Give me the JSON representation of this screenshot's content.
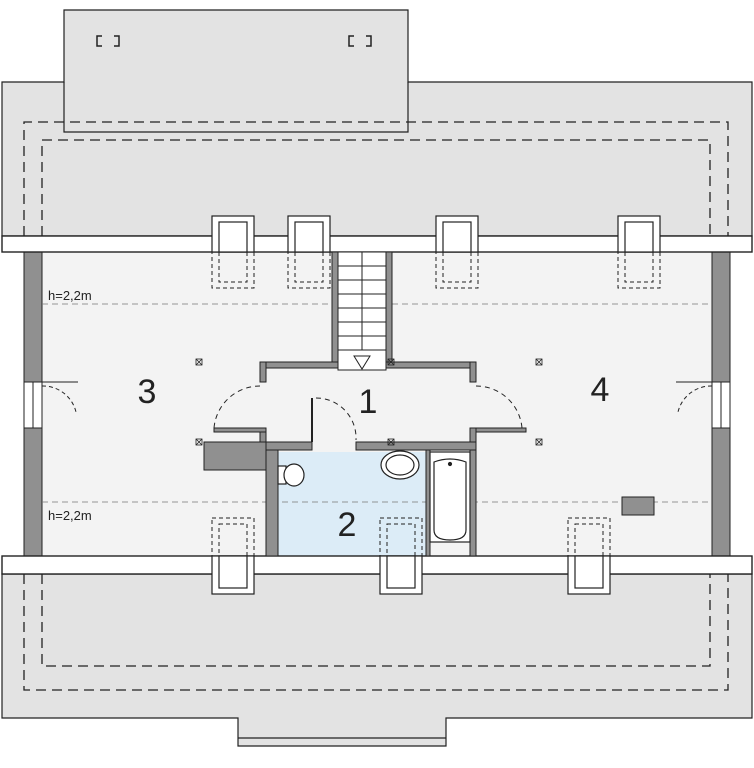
{
  "rooms": [
    {
      "number": "1"
    },
    {
      "number": "2"
    },
    {
      "number": "3"
    },
    {
      "number": "4"
    }
  ],
  "height_labels": [
    "h=2,2m",
    "h=2,2m"
  ],
  "colors": {
    "roof": "#e3e3e3",
    "floor": "#f3f3f3",
    "bathroom": "#dcecf7",
    "wall": "#909090",
    "line": "#222222"
  }
}
